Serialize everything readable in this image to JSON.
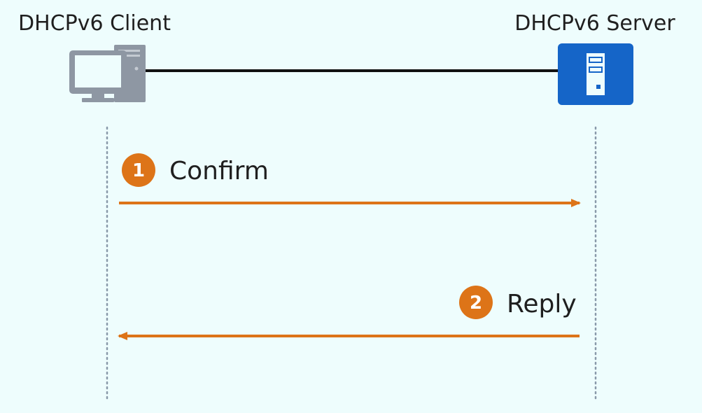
{
  "client": {
    "label": "DHCPv6 Client",
    "icon": "desktop-computer-icon"
  },
  "server": {
    "label": "DHCPv6 Server",
    "icon": "server-icon"
  },
  "messages": [
    {
      "step": "1",
      "label": "Confirm",
      "direction": "client-to-server"
    },
    {
      "step": "2",
      "label": "Reply",
      "direction": "server-to-client"
    }
  ],
  "colors": {
    "background": "#eefdfd",
    "arrow": "#dd7418",
    "step_badge": "#dd7418",
    "server_fill": "#1565c8",
    "client_gray": "#8e97a3",
    "link": "#111111",
    "lifeline": "#8a9aaa"
  }
}
